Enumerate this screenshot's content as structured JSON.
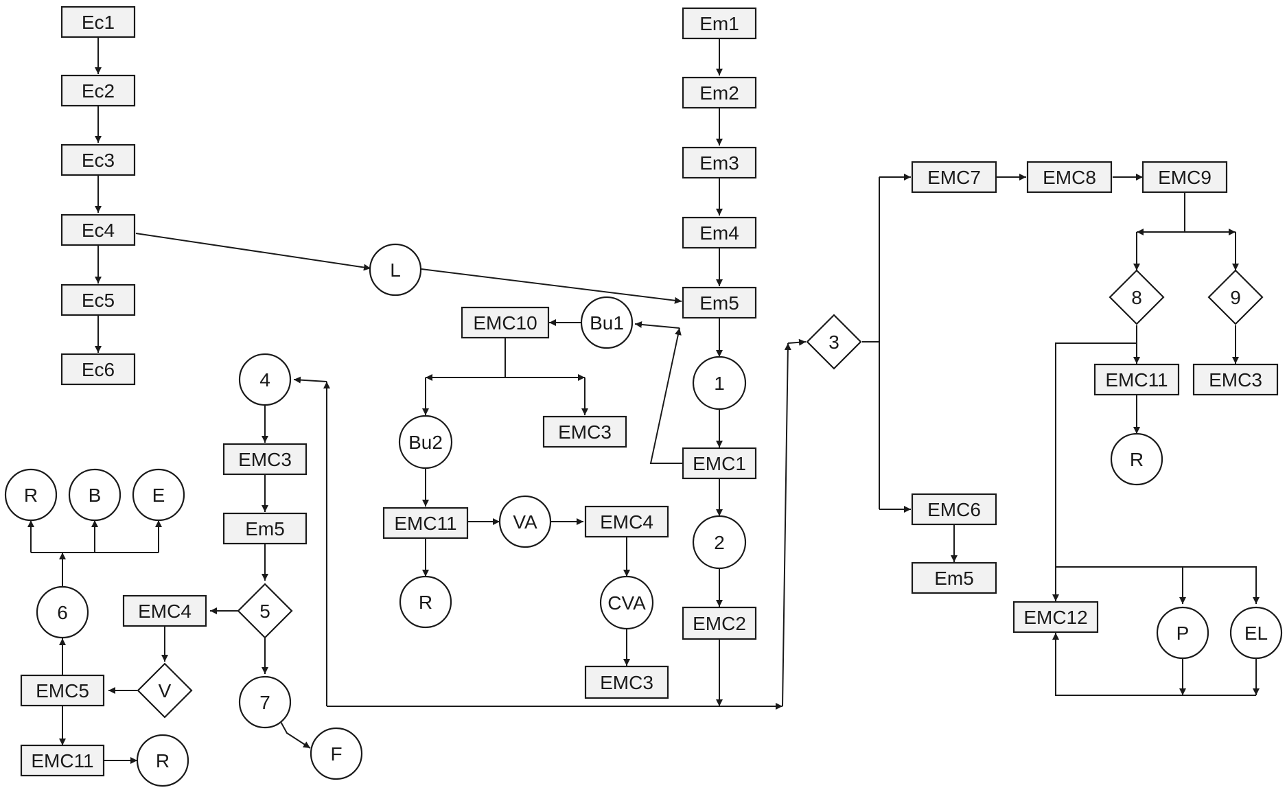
{
  "nodes": [
    {
      "id": "ec1",
      "shape": "box",
      "label": "Ec1"
    },
    {
      "id": "ec2",
      "shape": "box",
      "label": "Ec2"
    },
    {
      "id": "ec3",
      "shape": "box",
      "label": "Ec3"
    },
    {
      "id": "ec4",
      "shape": "box",
      "label": "Ec4"
    },
    {
      "id": "ec5",
      "shape": "box",
      "label": "Ec5"
    },
    {
      "id": "ec6",
      "shape": "box",
      "label": "Ec6"
    },
    {
      "id": "L",
      "shape": "circle",
      "label": "L"
    },
    {
      "id": "em1",
      "shape": "box",
      "label": "Em1"
    },
    {
      "id": "em2",
      "shape": "box",
      "label": "Em2"
    },
    {
      "id": "em3",
      "shape": "box",
      "label": "Em3"
    },
    {
      "id": "em4",
      "shape": "box",
      "label": "Em4"
    },
    {
      "id": "em5a",
      "shape": "box",
      "label": "Em5"
    },
    {
      "id": "n1",
      "shape": "circle",
      "label": "1"
    },
    {
      "id": "emc1",
      "shape": "box",
      "label": "EMC1"
    },
    {
      "id": "n2",
      "shape": "circle",
      "label": "2"
    },
    {
      "id": "emc2",
      "shape": "box",
      "label": "EMC2"
    },
    {
      "id": "bu1",
      "shape": "circle",
      "label": "Bu1"
    },
    {
      "id": "emc10",
      "shape": "box",
      "label": "EMC10"
    },
    {
      "id": "emc3b",
      "shape": "box",
      "label": "EMC3"
    },
    {
      "id": "bu2",
      "shape": "circle",
      "label": "Bu2"
    },
    {
      "id": "emc11b",
      "shape": "box",
      "label": "EMC11"
    },
    {
      "id": "va",
      "shape": "circle",
      "label": "VA"
    },
    {
      "id": "emc4b",
      "shape": "box",
      "label": "EMC4"
    },
    {
      "id": "Rb",
      "shape": "circle",
      "label": "R"
    },
    {
      "id": "cva",
      "shape": "circle",
      "label": "CVA"
    },
    {
      "id": "emc3c",
      "shape": "box",
      "label": "EMC3"
    },
    {
      "id": "n4",
      "shape": "circle",
      "label": "4"
    },
    {
      "id": "emc3a",
      "shape": "box",
      "label": "EMC3"
    },
    {
      "id": "em5b",
      "shape": "box",
      "label": "Em5"
    },
    {
      "id": "d5",
      "shape": "diamond",
      "label": "5"
    },
    {
      "id": "emc4a",
      "shape": "box",
      "label": "EMC4"
    },
    {
      "id": "dV",
      "shape": "diamond",
      "label": "V"
    },
    {
      "id": "emc5",
      "shape": "box",
      "label": "EMC5"
    },
    {
      "id": "n6",
      "shape": "circle",
      "label": "6"
    },
    {
      "id": "R1",
      "shape": "circle",
      "label": "R"
    },
    {
      "id": "B",
      "shape": "circle",
      "label": "B"
    },
    {
      "id": "E",
      "shape": "circle",
      "label": "E"
    },
    {
      "id": "emc11a",
      "shape": "box",
      "label": "EMC11"
    },
    {
      "id": "Ra",
      "shape": "circle",
      "label": "R"
    },
    {
      "id": "n7",
      "shape": "circle",
      "label": "7"
    },
    {
      "id": "F",
      "shape": "circle",
      "label": "F"
    },
    {
      "id": "d3",
      "shape": "diamond",
      "label": "3"
    },
    {
      "id": "emc7",
      "shape": "box",
      "label": "EMC7"
    },
    {
      "id": "emc8",
      "shape": "box",
      "label": "EMC8"
    },
    {
      "id": "emc9",
      "shape": "box",
      "label": "EMC9"
    },
    {
      "id": "d8",
      "shape": "diamond",
      "label": "8"
    },
    {
      "id": "d9",
      "shape": "diamond",
      "label": "9"
    },
    {
      "id": "emc11c",
      "shape": "box",
      "label": "EMC11"
    },
    {
      "id": "emc3d",
      "shape": "box",
      "label": "EMC3"
    },
    {
      "id": "Rc",
      "shape": "circle",
      "label": "R"
    },
    {
      "id": "emc6",
      "shape": "box",
      "label": "EMC6"
    },
    {
      "id": "em5c",
      "shape": "box",
      "label": "Em5"
    },
    {
      "id": "emc12",
      "shape": "box",
      "label": "EMC12"
    },
    {
      "id": "P",
      "shape": "circle",
      "label": "P"
    },
    {
      "id": "EL",
      "shape": "circle",
      "label": "EL"
    }
  ],
  "colors": {
    "stroke": "#1a1a1a",
    "box_fill": "#f2f2f2",
    "background": "#ffffff"
  }
}
